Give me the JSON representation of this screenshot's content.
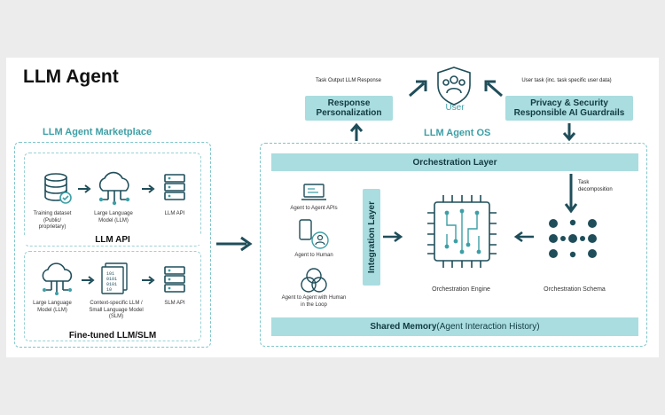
{
  "title": "LLM Agent",
  "marketplace": {
    "heading": "LLM Agent Marketplace",
    "llm_api": {
      "label": "LLM API",
      "items": [
        "Training dataset (Public/ proprietary)",
        "Large Language Model (LLM)",
        "LLM API"
      ]
    },
    "finetuned": {
      "label": "Fine-tuned LLM/SLM",
      "items": [
        "Large Language Model (LLM)",
        "Context-specific LLM / Small Language Model (SLM)",
        "SLM API"
      ]
    }
  },
  "os": {
    "heading": "LLM Agent OS",
    "orchestration_layer": "Orchestration Layer",
    "integration_layer": "Integration Layer",
    "integrations": [
      "Agent to Agent APIs",
      "Agent to Human",
      "Agent to Agent with Human in the Loop"
    ],
    "engine": "Orchestration Engine",
    "schema": "Orchestration Schema",
    "task_decomposition": "Task decomposition",
    "shared_memory_bold": "Shared Memory",
    "shared_memory_rest": " (Agent Interaction History)"
  },
  "top": {
    "response": "Response Personalization",
    "response_note": "Task Output LLM Response",
    "user": "User",
    "privacy": "Privacy & Security Responsible AI Guardrails",
    "privacy_note": "User task (inc. task specific user data)"
  },
  "colors": {
    "accent": "#3d9fa6",
    "band": "#a9dde0",
    "dark": "#1f4e5a"
  },
  "icons": [
    "database-icon",
    "cloud-network-icon",
    "server-icon",
    "binary-document-icon",
    "laptop-icon",
    "phone-person-icon",
    "venn-icon",
    "chip-icon",
    "dot-grid-icon",
    "user-group-icon"
  ]
}
